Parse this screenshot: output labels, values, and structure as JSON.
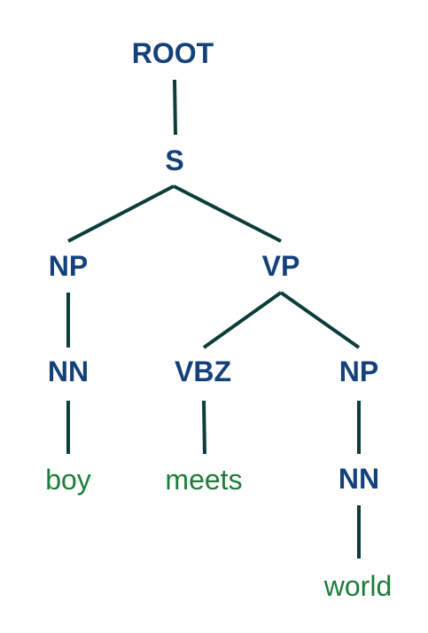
{
  "tree": {
    "nodes": {
      "root": "ROOT",
      "s": "S",
      "np1": "NP",
      "vp": "VP",
      "nn1": "NN",
      "vbz": "VBZ",
      "np2": "NP",
      "word_boy": "boy",
      "word_meets": "meets",
      "nn2": "NN",
      "word_world": "world"
    },
    "edges": [
      [
        "root",
        "s"
      ],
      [
        "s",
        "np1"
      ],
      [
        "s",
        "vp"
      ],
      [
        "np1",
        "nn1"
      ],
      [
        "vp",
        "vbz"
      ],
      [
        "vp",
        "np2"
      ],
      [
        "nn1",
        "word_boy"
      ],
      [
        "vbz",
        "word_meets"
      ],
      [
        "np2",
        "nn2"
      ],
      [
        "nn2",
        "word_world"
      ]
    ]
  }
}
